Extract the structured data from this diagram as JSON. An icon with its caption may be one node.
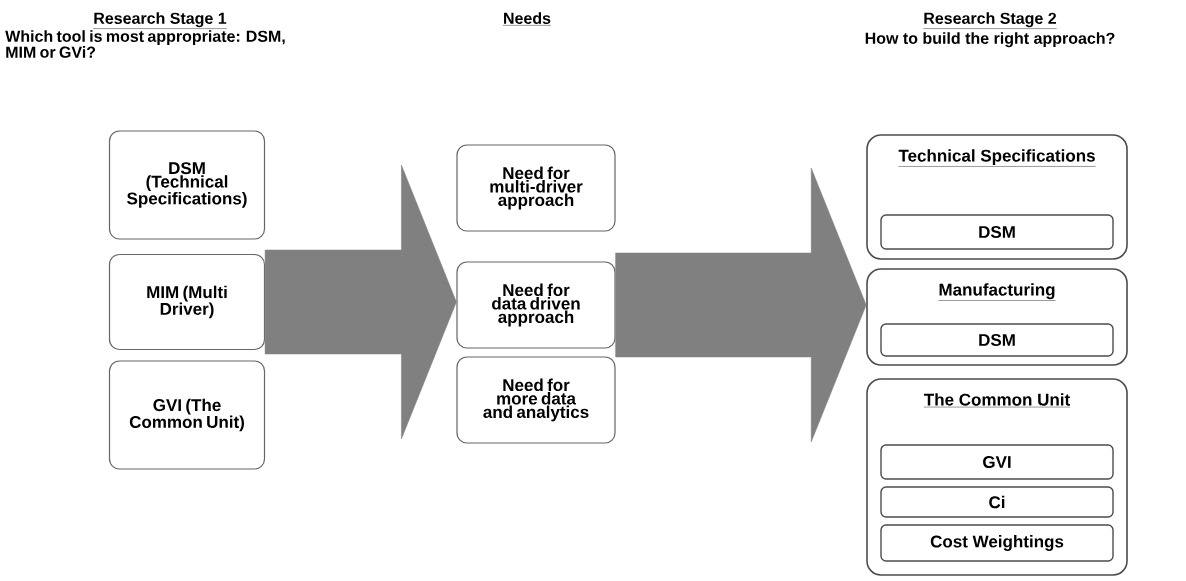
{
  "diagram": {
    "nodes": [
      {
        "text": [
          "DSM (Technical Specifications)"
        ]
      },
      {
        "text": [
          "MIM (Multi Driver)"
        ]
      },
      {
        "text": [
          "GVI (The Common Unit)"
        ]
      },
      {
        "text": [
          "Need for multi-driver approach"
        ]
      },
      {
        "text": [
          "Need for data driven approach"
        ]
      },
      {
        "text": [
          "Need for more data and analytics"
        ]
      },
      {
        "text": [
          "Technical Specifications"
        ]
      },
      {
        "text": [
          "DSM"
        ],
        "in": 6
      },
      {
        "text": [
          "Manufacturing"
        ]
      },
      {
        "text": [
          "DSM"
        ],
        "in": 8
      },
      {
        "text": [
          "The Common Unit"
        ]
      },
      {
        "text": [
          "GVI"
        ],
        "in": 10
      },
      {
        "text": [
          "Ci"
        ],
        "in": 10
      },
      {
        "text": [
          "Cost Weightings"
        ],
        "in": 10
      }
    ],
    "edges": [
      {
        "from": 1,
        "to": 4,
        "arrow": "to"
      },
      {
        "from": 4,
        "to": 8,
        "arrow": "to"
      }
    ],
    "labels": [
      "Research Stage 1",
      "Which tool is most appropriate: DSM, MIM or GVi?",
      "Needs",
      "Research Stage 2",
      "How to build the right approach?"
    ]
  }
}
